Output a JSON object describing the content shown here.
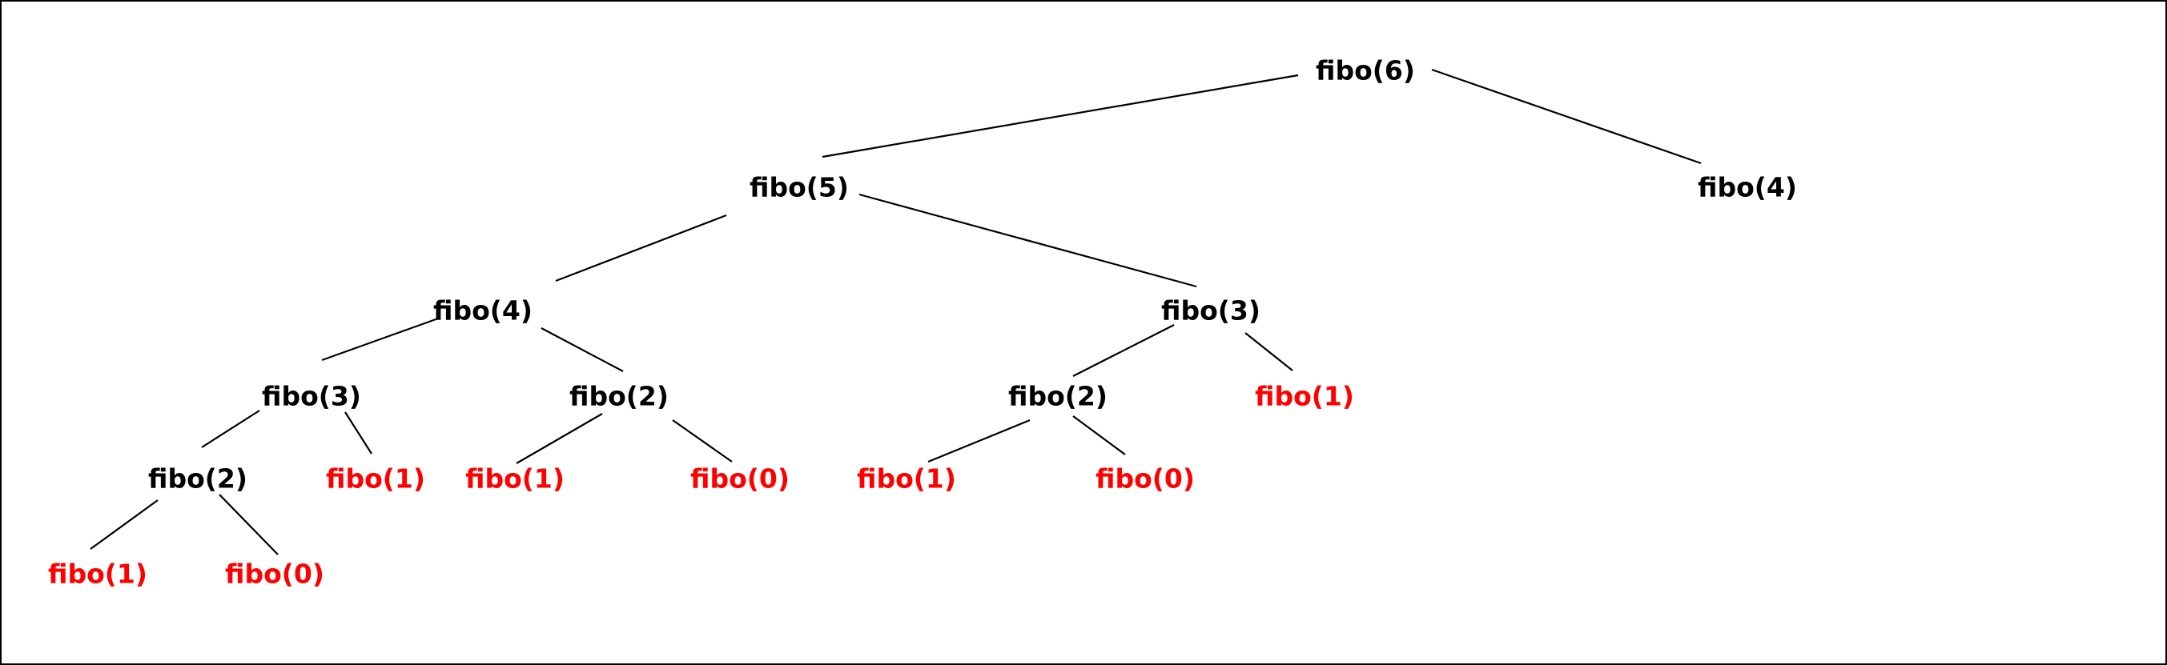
{
  "colors": {
    "internal": "#000000",
    "leaf": "#ff0000"
  },
  "tree": {
    "nodes": [
      {
        "id": "n6",
        "label": "fibo(6)",
        "kind": "internal"
      },
      {
        "id": "n5",
        "label": "fibo(5)",
        "kind": "internal"
      },
      {
        "id": "n4r",
        "label": "fibo(4)",
        "kind": "internal"
      },
      {
        "id": "n4",
        "label": "fibo(4)",
        "kind": "internal"
      },
      {
        "id": "n3r",
        "label": "fibo(3)",
        "kind": "internal"
      },
      {
        "id": "n3",
        "label": "fibo(3)",
        "kind": "internal"
      },
      {
        "id": "n2m",
        "label": "fibo(2)",
        "kind": "internal"
      },
      {
        "id": "n2r",
        "label": "fibo(2)",
        "kind": "internal"
      },
      {
        "id": "l1r",
        "label": "fibo(1)",
        "kind": "leaf"
      },
      {
        "id": "n2",
        "label": "fibo(2)",
        "kind": "internal"
      },
      {
        "id": "l1a",
        "label": "fibo(1)",
        "kind": "leaf"
      },
      {
        "id": "l1b",
        "label": "fibo(1)",
        "kind": "leaf"
      },
      {
        "id": "l0b",
        "label": "fibo(0)",
        "kind": "leaf"
      },
      {
        "id": "l1c",
        "label": "fibo(1)",
        "kind": "leaf"
      },
      {
        "id": "l0c",
        "label": "fibo(0)",
        "kind": "leaf"
      },
      {
        "id": "l1d",
        "label": "fibo(1)",
        "kind": "leaf"
      },
      {
        "id": "l0d",
        "label": "fibo(0)",
        "kind": "leaf"
      }
    ],
    "edges": [
      [
        "n6",
        "n5"
      ],
      [
        "n6",
        "n4r"
      ],
      [
        "n5",
        "n4"
      ],
      [
        "n5",
        "n3r"
      ],
      [
        "n4",
        "n3"
      ],
      [
        "n4",
        "n2m"
      ],
      [
        "n3r",
        "n2r"
      ],
      [
        "n3r",
        "l1r"
      ],
      [
        "n3",
        "n2"
      ],
      [
        "n3",
        "l1a"
      ],
      [
        "n2m",
        "l1b"
      ],
      [
        "n2m",
        "l0b"
      ],
      [
        "n2r",
        "l1c"
      ],
      [
        "n2r",
        "l0c"
      ],
      [
        "n2",
        "l1d"
      ],
      [
        "n2",
        "l0d"
      ]
    ]
  }
}
